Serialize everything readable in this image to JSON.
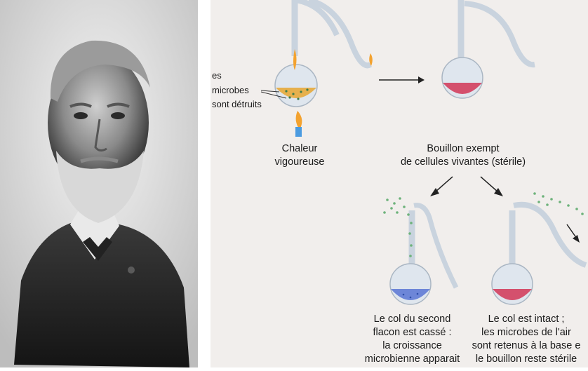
{
  "diagram": {
    "heating_labels": [
      "es",
      "microbes",
      "sont détruits"
    ],
    "heat_label": [
      "Chaleur",
      "vigoureuse"
    ],
    "sterile_label": [
      "Bouillon exempt",
      "de cellules vivantes (stérile)"
    ],
    "broken_label": [
      "Le col du second",
      "flacon est cassé :",
      "la croissance",
      "microbienne apparait"
    ],
    "intact_label": [
      "Le col est intact ;",
      "les microbes de l'air",
      "sont retenus à la base e",
      "le bouillon reste stérile"
    ]
  },
  "colors": {
    "diagram_background": "#f1eeec",
    "flask_glass": "#dfe6ee",
    "sterile_broth": "#d4506d",
    "contaminated_broth": "#6d86d8",
    "heated_broth": "#e6b04d",
    "flame": "#f3a22f",
    "microbes": "#6db27a"
  }
}
